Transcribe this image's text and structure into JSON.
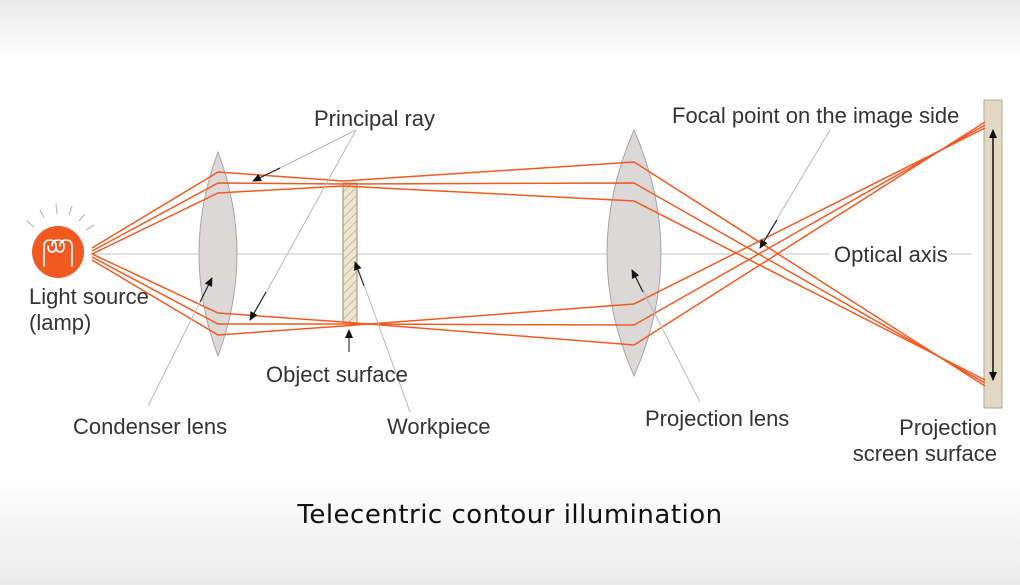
{
  "title": "Telecentric contour illumination",
  "labels": {
    "principal_ray": "Principal ray",
    "focal_point": "Focal point on the image side",
    "optical_axis": "Optical axis",
    "light_source_line1": "Light source",
    "light_source_line2": "(lamp)",
    "object_surface": "Object surface",
    "condenser_lens": "Condenser lens",
    "workpiece": "Workpiece",
    "projection_lens": "Projection lens",
    "projection_screen_line1": "Projection",
    "projection_screen_line2": "screen surface"
  },
  "colors": {
    "ray": "#f05a22",
    "lamp": "#f05a22",
    "lens": "#dcd8d8",
    "screen": "#e3d8c4",
    "leader": "#b8b8b8",
    "axis": "#cfcfcf"
  }
}
